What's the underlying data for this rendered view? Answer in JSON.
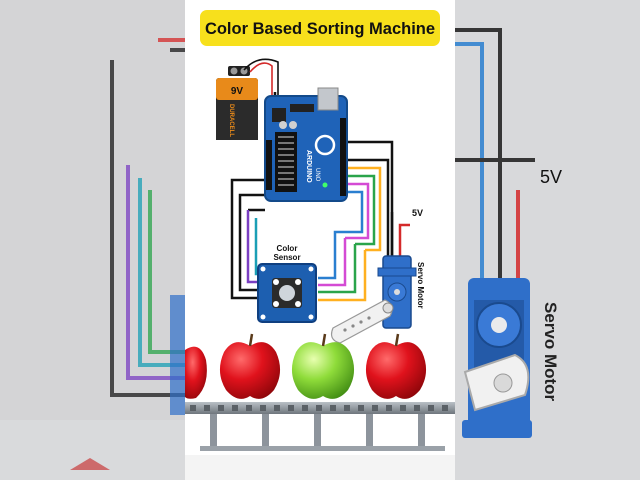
{
  "title": "Color Based Sorting Machine",
  "battery": {
    "label": "9V",
    "brand": "DURACELL"
  },
  "arduino": {
    "label": "ARDUINO",
    "sub": "UNO"
  },
  "sensor": {
    "label_line1": "Color",
    "label_line2": "Sensor"
  },
  "servo": {
    "label": "Servo Motor",
    "supply": "5V"
  },
  "bg_servo": {
    "label": "Servo Motor",
    "supply": "5V"
  },
  "apples": [
    {
      "color": "red"
    },
    {
      "color": "green"
    },
    {
      "color": "red"
    }
  ],
  "colors": {
    "title_bg": "#f7e01c",
    "board": "#1f63b8",
    "sensor_board": "#1d5fb0",
    "servo_body": "#2f6fc9",
    "apple_red": "#e0121c",
    "apple_green": "#8fdc3a",
    "conveyor": "#8d949c"
  }
}
